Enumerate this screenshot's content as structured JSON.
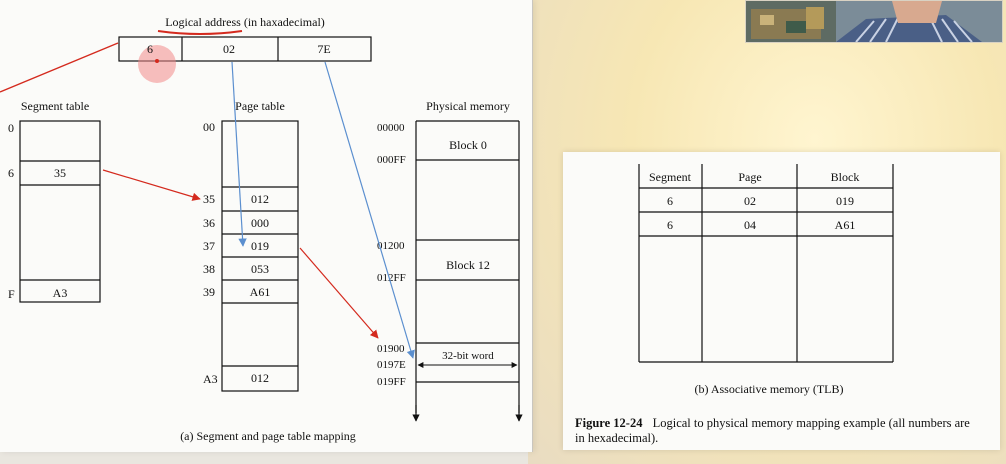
{
  "diagram": {
    "logical_address": {
      "title": "Logical address (in haxadecimal)",
      "fields": [
        "6",
        "02",
        "7E"
      ]
    },
    "segment_table": {
      "title": "Segment table",
      "row_labels": [
        "0",
        "6",
        "F"
      ],
      "entries": [
        "35",
        "A3"
      ]
    },
    "page_table": {
      "title": "Page table",
      "row_labels": [
        "00",
        "35",
        "36",
        "37",
        "38",
        "39",
        "A3"
      ],
      "entries": [
        "012",
        "000",
        "019",
        "053",
        "A61",
        "012"
      ]
    },
    "physical_memory": {
      "title": "Physical memory",
      "addresses": [
        "00000",
        "000FF",
        "01200",
        "012FF",
        "01900",
        "0197E",
        "019FF"
      ],
      "blocks": [
        "Block 0",
        "Block 12",
        "32-bit word"
      ]
    },
    "caption_a": "(a) Segment and page table mapping"
  },
  "tlb": {
    "headers": [
      "Segment",
      "Page",
      "Block"
    ],
    "rows": [
      [
        "6",
        "02",
        "019"
      ],
      [
        "6",
        "04",
        "A61"
      ]
    ],
    "caption": "(b) Associative memory (TLB)",
    "figure_label": "Figure 12-24",
    "figure_caption_line1": "Logical to physical memory mapping example (all numbers are",
    "figure_caption_line2": "in hexadecimal)."
  },
  "colors": {
    "annotation_red": "#d42a1e",
    "annotation_blue": "#5b8fcf",
    "cursor_highlight": "#f28a8a"
  }
}
